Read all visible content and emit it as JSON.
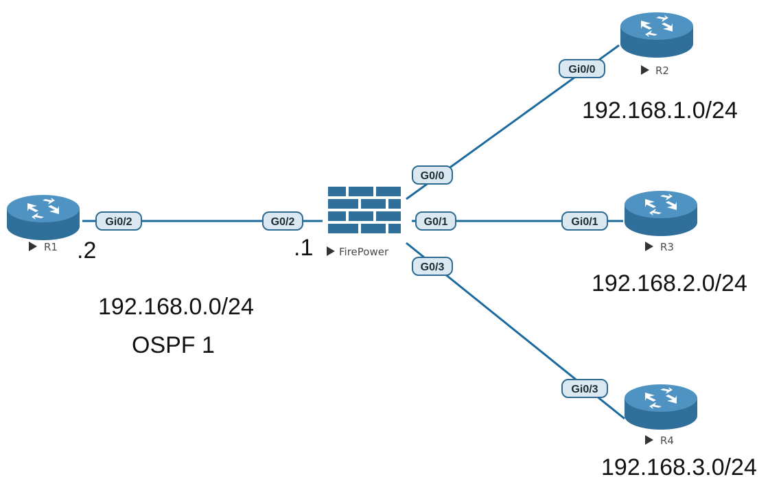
{
  "devices": {
    "r1": {
      "label": "R1",
      "icon": "router-icon"
    },
    "r2": {
      "label": "R2",
      "icon": "router-icon"
    },
    "r3": {
      "label": "R3",
      "icon": "router-icon"
    },
    "r4": {
      "label": "R4",
      "icon": "router-icon"
    },
    "firepower": {
      "label": "FirePower",
      "icon": "firewall-icon"
    }
  },
  "ports": {
    "r1_gi0_2": "Gi0/2",
    "fp_g0_2": "G0/2",
    "fp_g0_0": "G0/0",
    "fp_g0_1": "G0/1",
    "fp_g0_3": "G0/3",
    "r2_gi0_0": "Gi0/0",
    "r3_gi0_1": "Gi0/1",
    "r4_gi0_3": "Gi0/3"
  },
  "addresses": {
    "r1_host": ".2",
    "fp_host": ".1"
  },
  "networks": {
    "lan0": "192.168.0.0/24",
    "lan1": "192.168.1.0/24",
    "lan2": "192.168.2.0/24",
    "lan3": "192.168.3.0/24"
  },
  "routing": {
    "ospf": "OSPF 1"
  },
  "colors": {
    "link": "#1a6a9e",
    "router_body": "#2f6f9a",
    "router_top": "#4f93c3",
    "firewall": "#2f6f9a",
    "port_fill": "#dbe8f1",
    "port_stroke": "#2c6a92"
  }
}
